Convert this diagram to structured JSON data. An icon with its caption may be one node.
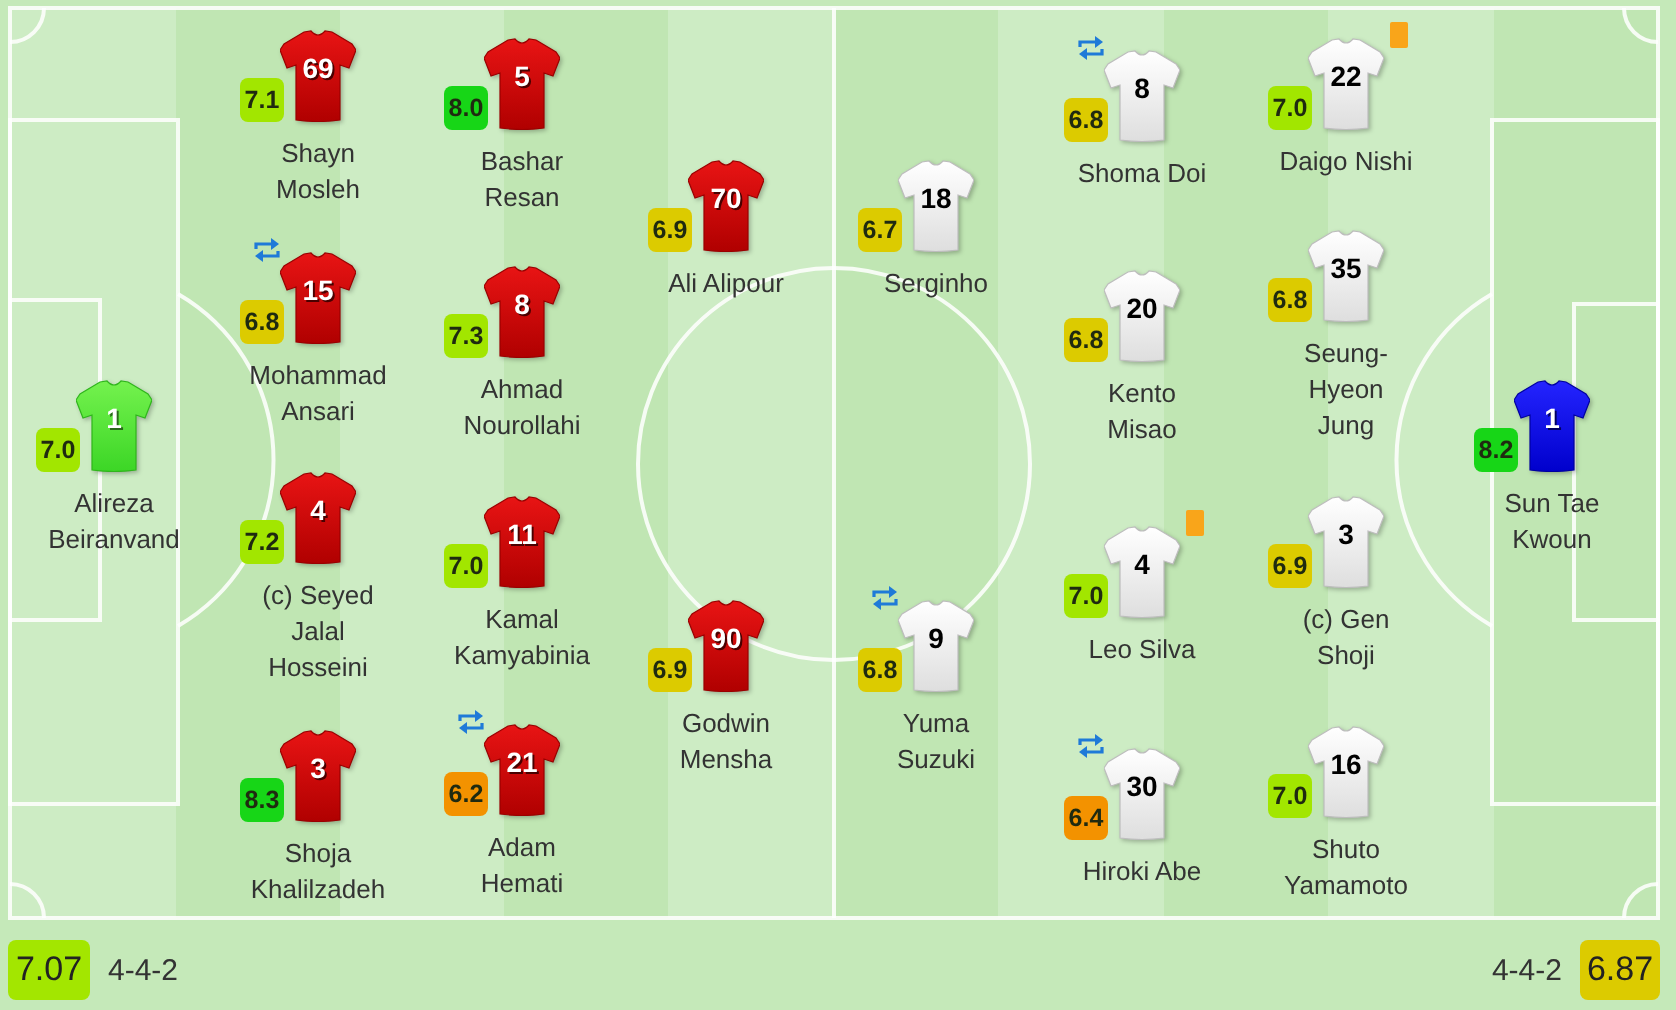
{
  "diagram": {
    "nodes": [
      {
        "text": [
          "1"
        ],
        "beside": [
          "7.0",
          "Alireza Beiranvand"
        ]
      },
      {
        "text": [
          "69"
        ],
        "beside": [
          "7.1",
          "Shayn Mosleh"
        ]
      },
      {
        "text": [
          "15"
        ],
        "beside": [
          "6.8",
          "Mohammad Ansari"
        ]
      },
      {
        "text": [
          "4"
        ],
        "beside": [
          "7.2",
          "(c) Seyed Jalal Hosseini"
        ]
      },
      {
        "text": [
          "3"
        ],
        "beside": [
          "8.3",
          "Shoja Khalilzadeh"
        ]
      },
      {
        "text": [
          "5"
        ],
        "beside": [
          "8.0",
          "Bashar Resan"
        ]
      },
      {
        "text": [
          "8"
        ],
        "beside": [
          "7.3",
          "Ahmad Nourollahi"
        ]
      },
      {
        "text": [
          "11"
        ],
        "beside": [
          "7.0",
          "Kamal Kamyabinia"
        ]
      },
      {
        "text": [
          "21"
        ],
        "beside": [
          "6.2",
          "Adam Hemati"
        ]
      },
      {
        "text": [
          "70"
        ],
        "beside": [
          "6.9",
          "Ali Alipour"
        ]
      },
      {
        "text": [
          "90"
        ],
        "beside": [
          "6.9",
          "Godwin Mensha"
        ]
      },
      {
        "text": [
          "18"
        ],
        "beside": [
          "6.7",
          "Serginho"
        ]
      },
      {
        "text": [
          "9"
        ],
        "beside": [
          "6.8",
          "Yuma Suzuki"
        ]
      },
      {
        "text": [
          "8"
        ],
        "beside": [
          "6.8",
          "Shoma Doi"
        ]
      },
      {
        "text": [
          "20"
        ],
        "beside": [
          "6.8",
          "Kento Misao"
        ]
      },
      {
        "text": [
          "4"
        ],
        "beside": [
          "7.0",
          "Leo Silva"
        ]
      },
      {
        "text": [
          "30"
        ],
        "beside": [
          "6.4",
          "Hiroki Abe"
        ]
      },
      {
        "text": [
          "22"
        ],
        "beside": [
          "7.0",
          "Daigo Nishi"
        ]
      },
      {
        "text": [
          "35"
        ],
        "beside": [
          "6.8",
          "Seung-Hyeon Jung"
        ]
      },
      {
        "text": [
          "3"
        ],
        "beside": [
          "6.9",
          "(c) Gen Shoji"
        ]
      },
      {
        "text": [
          "16"
        ],
        "beside": [
          "7.0",
          "Shuto Yamamoto"
        ]
      },
      {
        "text": [
          "1"
        ],
        "beside": [
          "8.2",
          "Sun Tae Kwoun"
        ]
      },
      {
        "text": [
          "7.07"
        ],
        "beside": [
          "4-4-2"
        ]
      },
      {
        "text": [
          "6.87"
        ],
        "beside": [
          "4-4-2"
        ]
      }
    ]
  }
}
